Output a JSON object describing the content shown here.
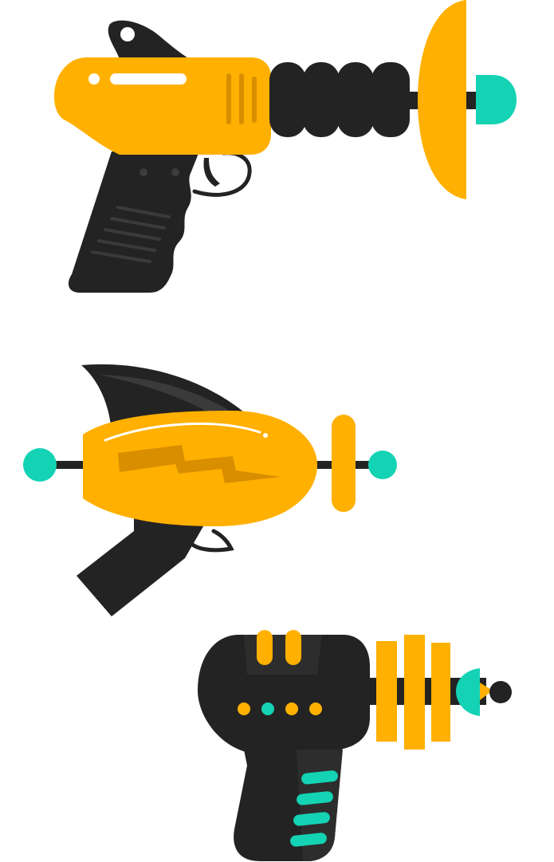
{
  "scene": {
    "background": "#ffffff",
    "items": [
      "ray-gun-1",
      "ray-gun-2",
      "ray-gun-3"
    ]
  },
  "palette": {
    "orange": "#FFB000",
    "orange_dark": "#D98E00",
    "black": "#232323",
    "charcoal": "#2D2D2D",
    "teal": "#14D3B4",
    "white": "#ffffff"
  }
}
